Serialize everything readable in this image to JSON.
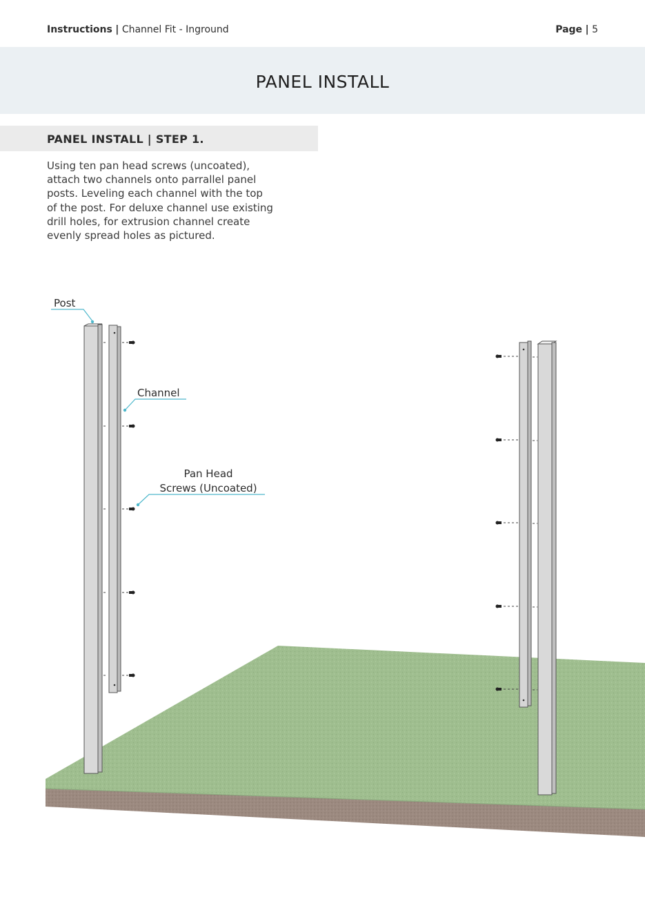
{
  "header": {
    "doc_type": "Instructions",
    "separator": "|",
    "doc_title": "Channel Fit - Inground",
    "page_label": "Page",
    "page_number": "5"
  },
  "section_title": "PANEL INSTALL",
  "step": {
    "heading": "PANEL INSTALL | STEP 1.",
    "lines": [
      "Using ten pan head screws (uncoated),",
      "attach two channels onto parrallel panel",
      "posts. Leveling each channel with the top",
      "of the post. For deluxe channel use existing",
      "drill holes, for extrusion channel create",
      "evenly spread holes as pictured."
    ]
  },
  "labels": {
    "post": "Post",
    "channel": "Channel",
    "screws_line1": "Pan Head",
    "screws_line2": "Screws (Uncoated)"
  },
  "colors": {
    "title_band": "#ebf0f3",
    "step_band": "#ebebeb",
    "leader_line": "#4fb8cc",
    "grass": "#9fbe8f",
    "soil": "#9c8a80",
    "post_fill": "#d9d9d9"
  }
}
